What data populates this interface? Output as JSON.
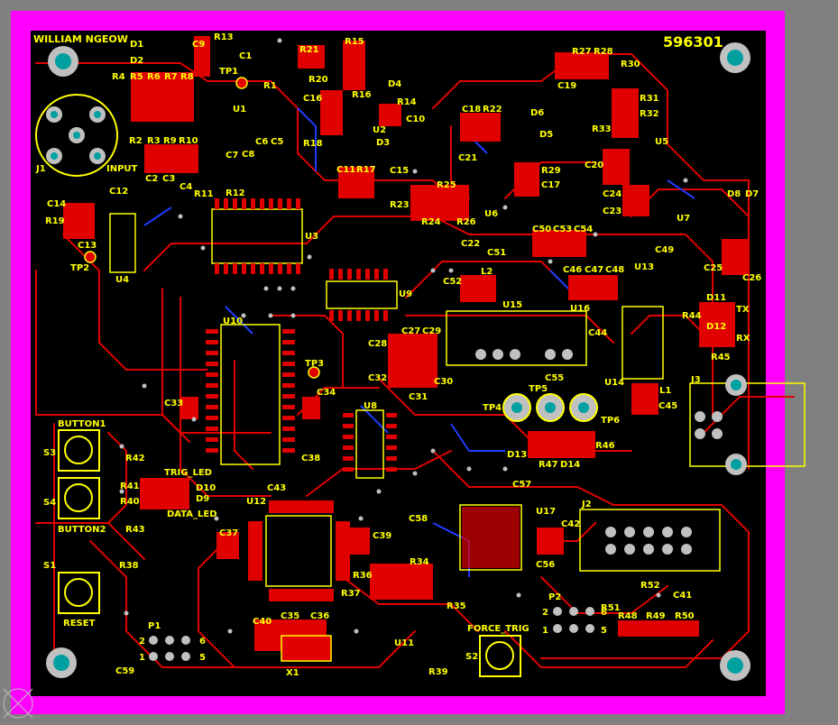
{
  "colors": {
    "background": "#808080",
    "board": "#000000",
    "outline": "#ff00ff",
    "copper": "#e00000",
    "silkscreen": "#ffff00",
    "via": "#c0c0c0",
    "drill": "#00a0a0",
    "bottom_trace": "#1e3cff"
  },
  "board": {
    "author": "WILLIAM NGEOW",
    "number": "596301"
  },
  "labels": {
    "input": "INPUT",
    "button1": "BUTTON1",
    "button2": "BUTTON2",
    "reset": "RESET",
    "trig_led": "TRIG_LED",
    "data_led": "DATA_LED",
    "force_trig": "FORCE_TRIG",
    "tx": "TX",
    "rx": "RX"
  },
  "refdes": {
    "D1": "D1",
    "D2": "D2",
    "C9": "C9",
    "R13": "R13",
    "C1": "C1",
    "TP1": "TP1",
    "R1": "R1",
    "U1": "U1",
    "R4": "R4",
    "R5": "R5",
    "R6": "R6",
    "R7": "R7",
    "R8": "R8",
    "R2": "R2",
    "R3": "R3",
    "R9": "R9",
    "R10": "R10",
    "C6": "C6",
    "C5": "C5",
    "C7": "C7",
    "C8": "C8",
    "C2": "C2",
    "C3": "C3",
    "C4": "C4",
    "R11": "R11",
    "R12": "R12",
    "J1": "J1",
    "R21": "R21",
    "R15": "R15",
    "R20": "R20",
    "C16": "C16",
    "R16": "R16",
    "D4": "D4",
    "R14": "R14",
    "R18": "R18",
    "U2": "U2",
    "C10": "C10",
    "D3": "D3",
    "C11": "C11",
    "R17": "R17",
    "C15": "C15",
    "C18": "C18",
    "R22": "R22",
    "D6": "D6",
    "D5": "D5",
    "C21": "C21",
    "R29": "R29",
    "C17": "C17",
    "R25": "R25",
    "R23": "R23",
    "R24": "R24",
    "R26": "R26",
    "U6": "U6",
    "R27": "R27",
    "R28": "R28",
    "R30": "R30",
    "C19": "C19",
    "R31": "R31",
    "R32": "R32",
    "R33": "R33",
    "U5": "U5",
    "C20": "C20",
    "C24": "C24",
    "C23": "C23",
    "D8": "D8",
    "D7": "D7",
    "U7": "U7",
    "C25": "C25",
    "C26": "C26",
    "C14": "C14",
    "C12": "C12",
    "R19": "R19",
    "C13": "C13",
    "TP2": "TP2",
    "U4": "U4",
    "U3": "U3",
    "C22": "C22",
    "C51": "C51",
    "C50": "C50",
    "C53": "C53",
    "C54": "C54",
    "L2": "L2",
    "C52": "C52",
    "U15": "U15",
    "C46": "C46",
    "C47": "C47",
    "C48": "C48",
    "U16": "U16",
    "C49": "C49",
    "U13": "U13",
    "C44": "C44",
    "D11": "D11",
    "D12": "D12",
    "R44": "R44",
    "R45": "R45",
    "U14": "U14",
    "L1": "L1",
    "C45": "C45",
    "J3": "J3",
    "U9": "U9",
    "U10": "U10",
    "C27": "C27",
    "C29": "C29",
    "C28": "C28",
    "C32": "C32",
    "C30": "C30",
    "C31": "C31",
    "TP3": "TP3",
    "C34": "C34",
    "C33": "C33",
    "U8": "U8",
    "C55": "C55",
    "TP4": "TP4",
    "TP5": "TP5",
    "TP6": "TP6",
    "D13": "D13",
    "R46": "R46",
    "R47": "R47",
    "D14": "D14",
    "S3": "S3",
    "S4": "S4",
    "R42": "R42",
    "R41": "R41",
    "R40": "R40",
    "R43": "R43",
    "D10": "D10",
    "D9": "D9",
    "C38": "C38",
    "C43": "C43",
    "C57": "C57",
    "U12": "U12",
    "C37": "C37",
    "C39": "C39",
    "C58": "C58",
    "U17": "U17",
    "C42": "C42",
    "J2": "J2",
    "C56": "C56",
    "R36": "R36",
    "R34": "R34",
    "R37": "R37",
    "R35": "R35",
    "R52": "R52",
    "C41": "C41",
    "P2": "P2",
    "R51": "R51",
    "R48": "R48",
    "R49": "R49",
    "R50": "R50",
    "S1": "S1",
    "R38": "R38",
    "P1": "P1",
    "C59": "C59",
    "C40": "C40",
    "C35": "C35",
    "C36": "C36",
    "X1": "X1",
    "U11": "U11",
    "S2": "S2",
    "R39": "R39"
  },
  "pins": {
    "p1_2": "2",
    "p1_6": "6",
    "p1_1": "1",
    "p1_5": "5",
    "p2_2": "2",
    "p2_6": "6",
    "p2_1": "1",
    "p2_5": "5"
  }
}
